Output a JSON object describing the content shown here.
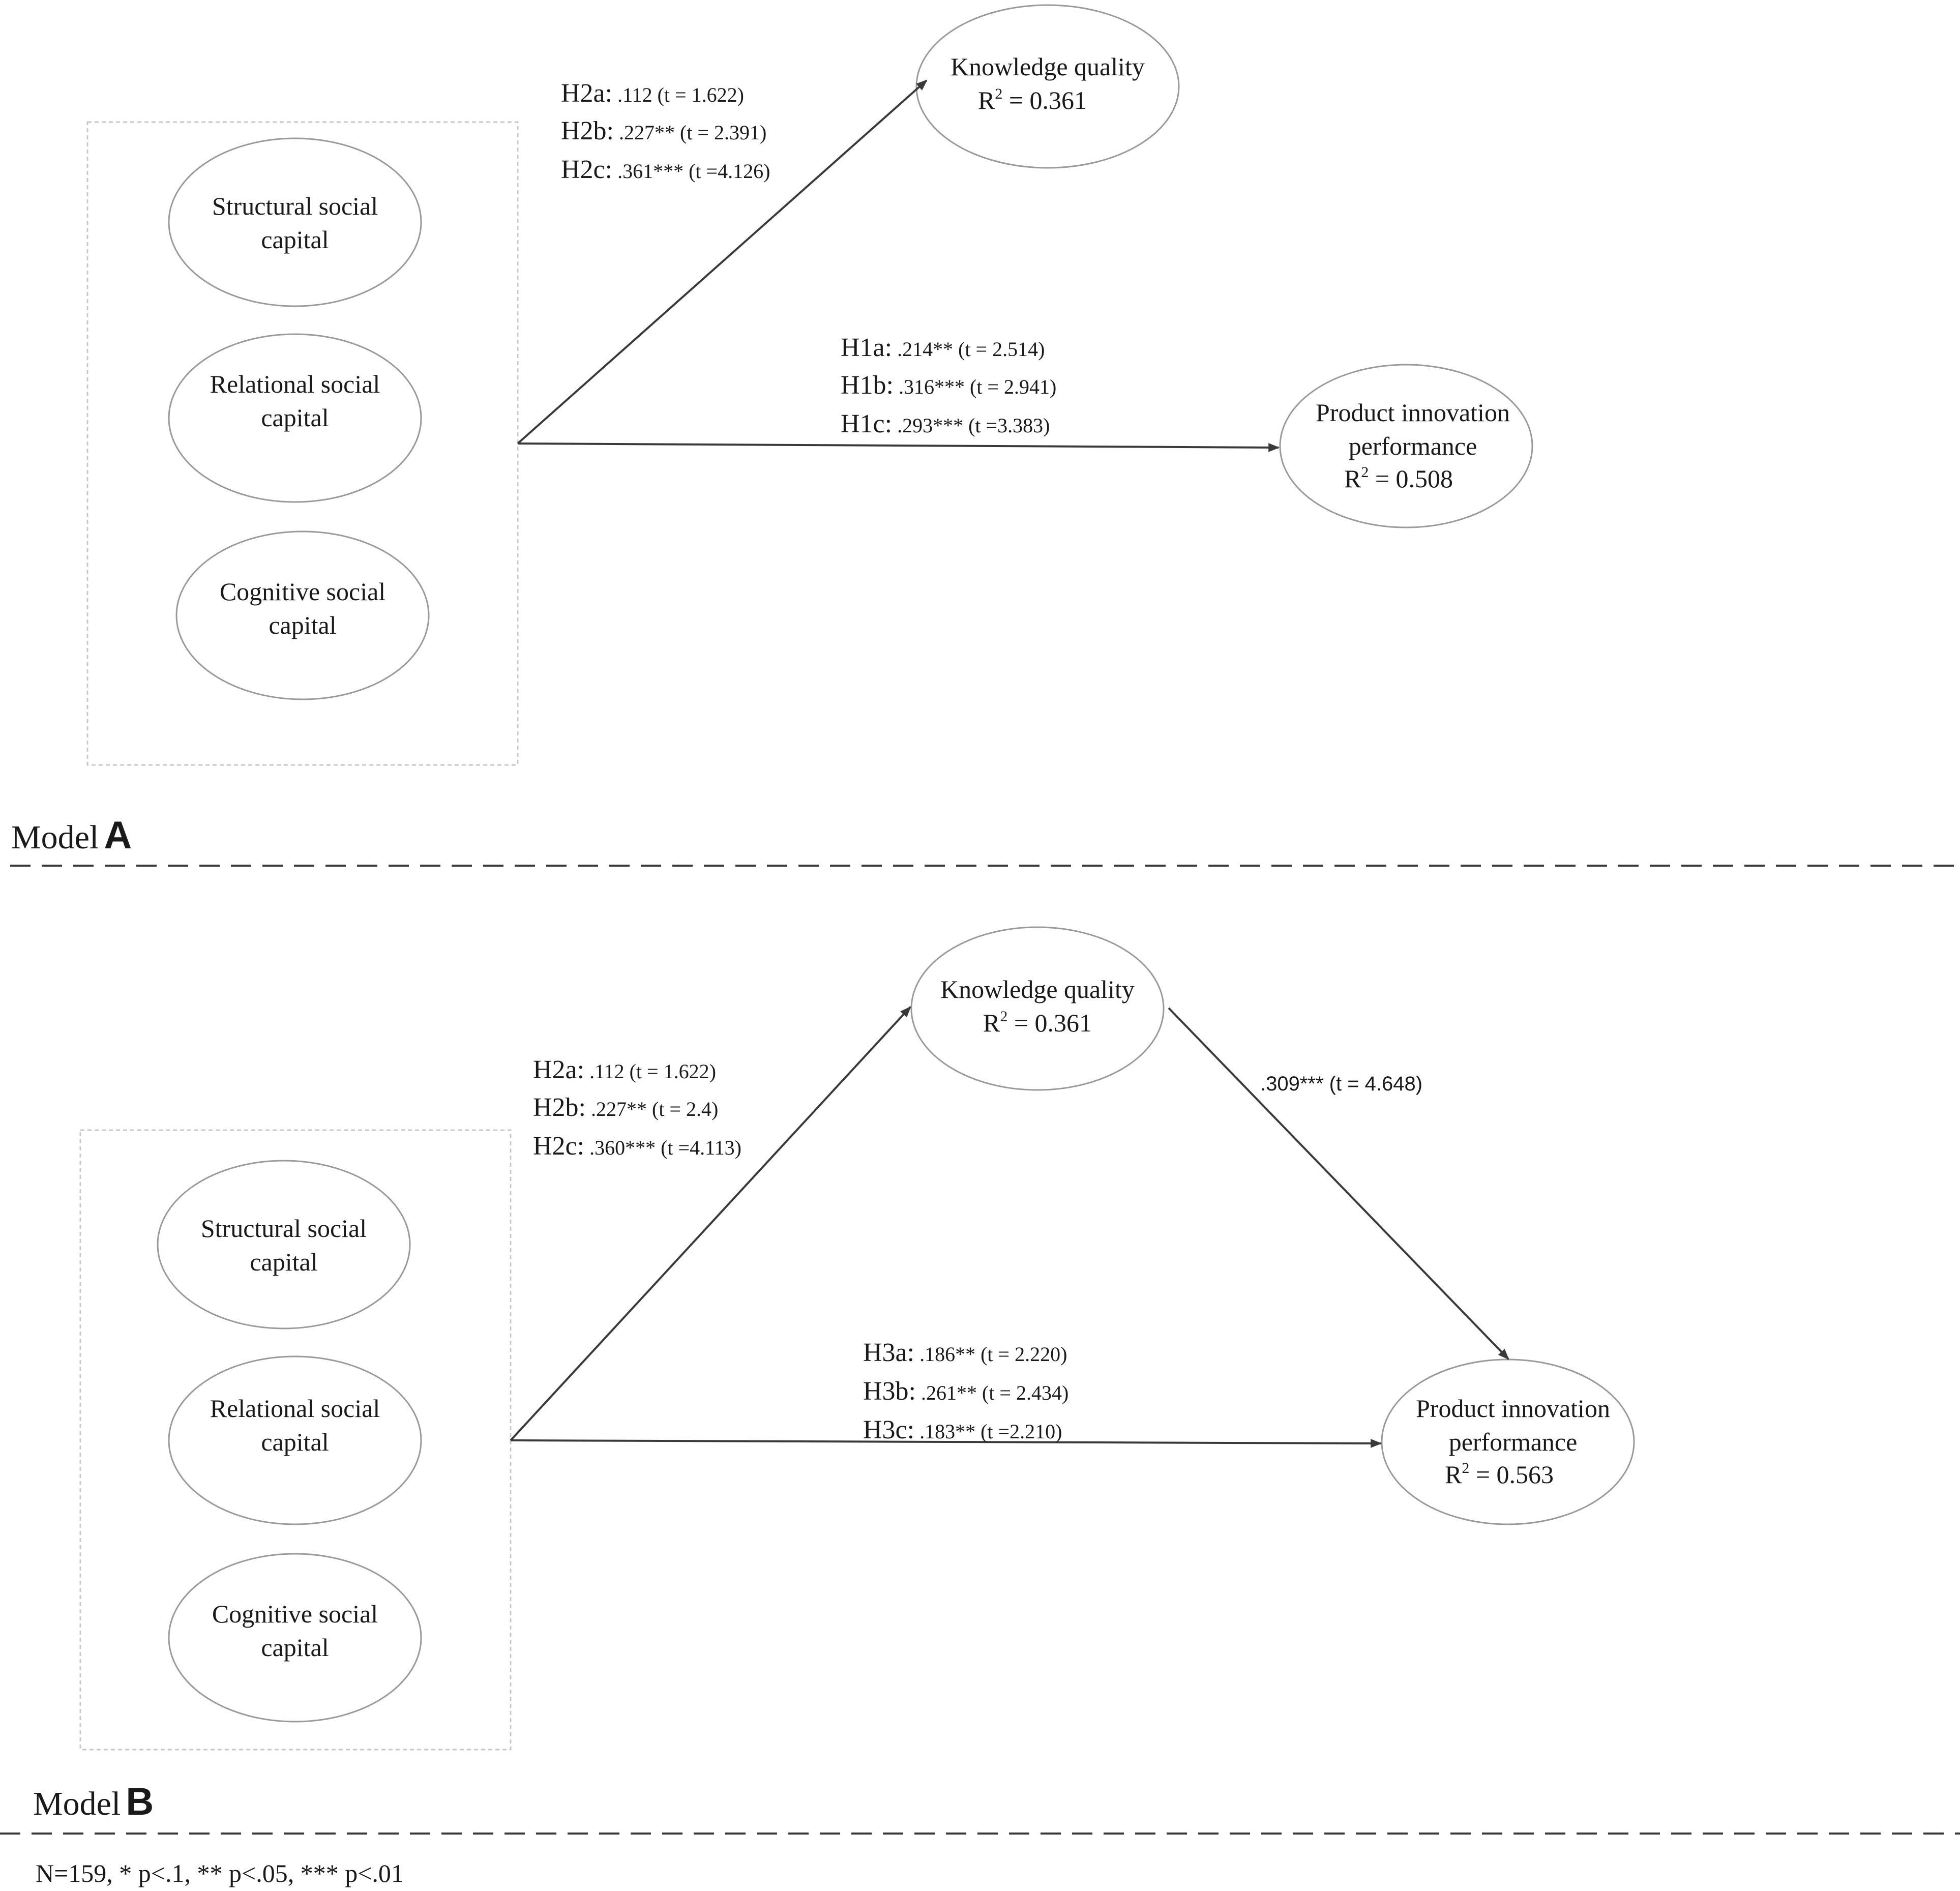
{
  "colors": {
    "stroke": "#3a3a3a",
    "ellipse_stroke": "#9a9a9a",
    "group_box": "#c8c8c8",
    "text": "#1a1a1a"
  },
  "model_a": {
    "label_word": "Model",
    "label_letter": "A",
    "constructs": [
      {
        "line1": "Structural social",
        "line2": "capital"
      },
      {
        "line1": "Relational social",
        "line2": "capital"
      },
      {
        "line1": "Cognitive social",
        "line2": "capital"
      }
    ],
    "knowledge_quality": {
      "name": "Knowledge quality",
      "r2_prefix": "R",
      "r2_sup": "2",
      "r2_value": " = 0.361"
    },
    "product_innovation": {
      "line1": "Product innovation",
      "line2": "performance",
      "r2_prefix": "R",
      "r2_sup": "2",
      "r2_value": " = 0.508"
    },
    "h2_paths": [
      {
        "label": "H2a:",
        "value": " .112 (t = 1.622)"
      },
      {
        "label": "H2b:",
        "value": " .227** (t = 2.391)"
      },
      {
        "label": "H2c:",
        "value": " .361*** (t =4.126)"
      }
    ],
    "h1_paths": [
      {
        "label": "H1a:",
        "value": " .214** (t = 2.514)"
      },
      {
        "label": "H1b:",
        "value": " .316*** (t = 2.941)"
      },
      {
        "label": "H1c:",
        "value": " .293*** (t =3.383)"
      }
    ]
  },
  "model_b": {
    "label_word": "Model",
    "label_letter": "B",
    "constructs": [
      {
        "line1": "Structural social",
        "line2": "capital"
      },
      {
        "line1": "Relational social",
        "line2": "capital"
      },
      {
        "line1": "Cognitive social",
        "line2": "capital"
      }
    ],
    "knowledge_quality": {
      "name": "Knowledge quality",
      "r2_prefix": "R",
      "r2_sup": "2",
      "r2_value": " = 0.361"
    },
    "product_innovation": {
      "line1": "Product innovation",
      "line2": "performance",
      "r2_prefix": "R",
      "r2_sup": "2",
      "r2_value": " = 0.563"
    },
    "h2_paths": [
      {
        "label": "H2a:",
        "value": " .112 (t = 1.622)"
      },
      {
        "label": "H2b:",
        "value": " .227** (t = 2.4)"
      },
      {
        "label": "H2c:",
        "value": " .360*** (t =4.113)"
      }
    ],
    "h3_paths": [
      {
        "label": "H3a:",
        "value": " .186** (t = 2.220)"
      },
      {
        "label": "H3b:",
        "value": " .261** (t = 2.434)"
      },
      {
        "label": "H3c:",
        "value": " .183** (t =2.210)"
      }
    ],
    "kq_to_pip": ".309*** (t = 4.648)"
  },
  "footnote": "N=159, * p<.1, ** p<.05, *** p<.01"
}
